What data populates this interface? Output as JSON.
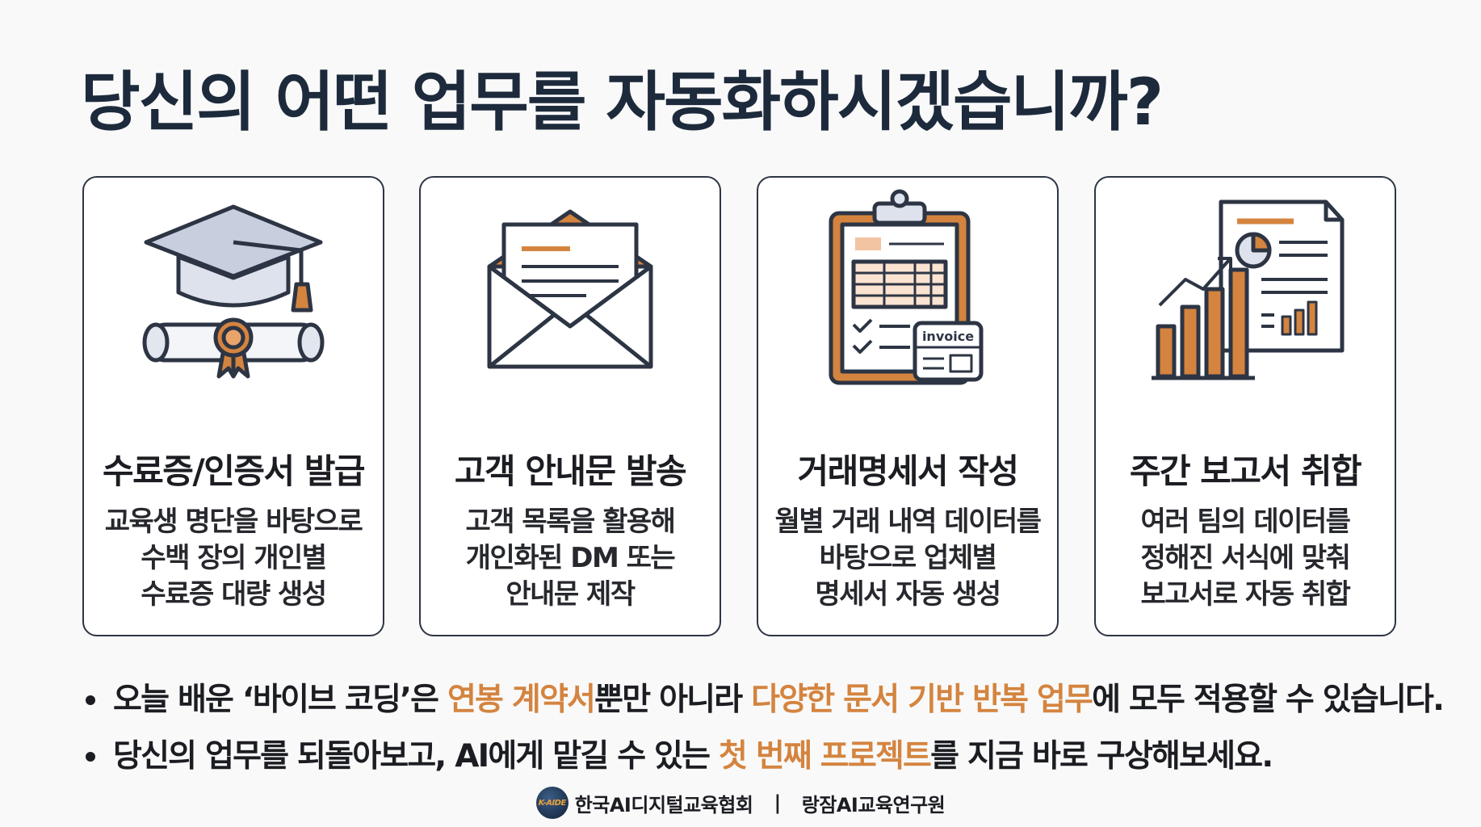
{
  "title": "당신의 어떤 업무를 자동화하시겠습니까?",
  "cards": [
    {
      "icon": "graduation-cap-diploma-icon",
      "heading": "수료증/인증서 발급",
      "lines": [
        "교육생 명단을 바탕으로",
        "수백 장의 개인별",
        "수료증 대량 생성"
      ]
    },
    {
      "icon": "envelope-letter-icon",
      "heading": "고객 안내문 발송",
      "lines": [
        "고객 목록을 활용해",
        "개인화된 DM 또는",
        "안내문 제작"
      ]
    },
    {
      "icon": "clipboard-invoice-icon",
      "heading": "거래명세서 작성",
      "lines": [
        "월별 거래 내역 데이터를",
        "바탕으로 업체별",
        "명세서 자동 생성"
      ],
      "invoice_label": "invoice"
    },
    {
      "icon": "report-bar-chart-icon",
      "heading": "주간 보고서 취합",
      "lines": [
        "여러 팀의 데이터를",
        "정해진 서식에 맞춰",
        "보고서로 자동 취합"
      ]
    }
  ],
  "bullets": [
    {
      "parts": [
        {
          "text": "오늘 배운 ‘바이브 코딩’은 ",
          "highlight": false
        },
        {
          "text": "연봉 계약서",
          "highlight": true
        },
        {
          "text": "뿐만 아니라 ",
          "highlight": false
        },
        {
          "text": "다양한 문서 기반 반복 업무",
          "highlight": true
        },
        {
          "text": "에 모두 적용할 수 있습니다.",
          "highlight": false
        }
      ]
    },
    {
      "parts": [
        {
          "text": "당신의 업무를 되돌아보고, AI에게 맡길 수 있는 ",
          "highlight": false
        },
        {
          "text": "첫 번째 프로젝트",
          "highlight": true
        },
        {
          "text": "를 지금 바로 구상해보세요.",
          "highlight": false
        }
      ]
    }
  ],
  "footer": {
    "logo_text": "K-AIDE",
    "org1": "한국AI디지털교육협회",
    "separator": "|",
    "org2": "랑잠AI교육연구원"
  },
  "colors": {
    "accent": "#d4843f",
    "title": "#1d2a3c",
    "border": "#2d3544"
  }
}
